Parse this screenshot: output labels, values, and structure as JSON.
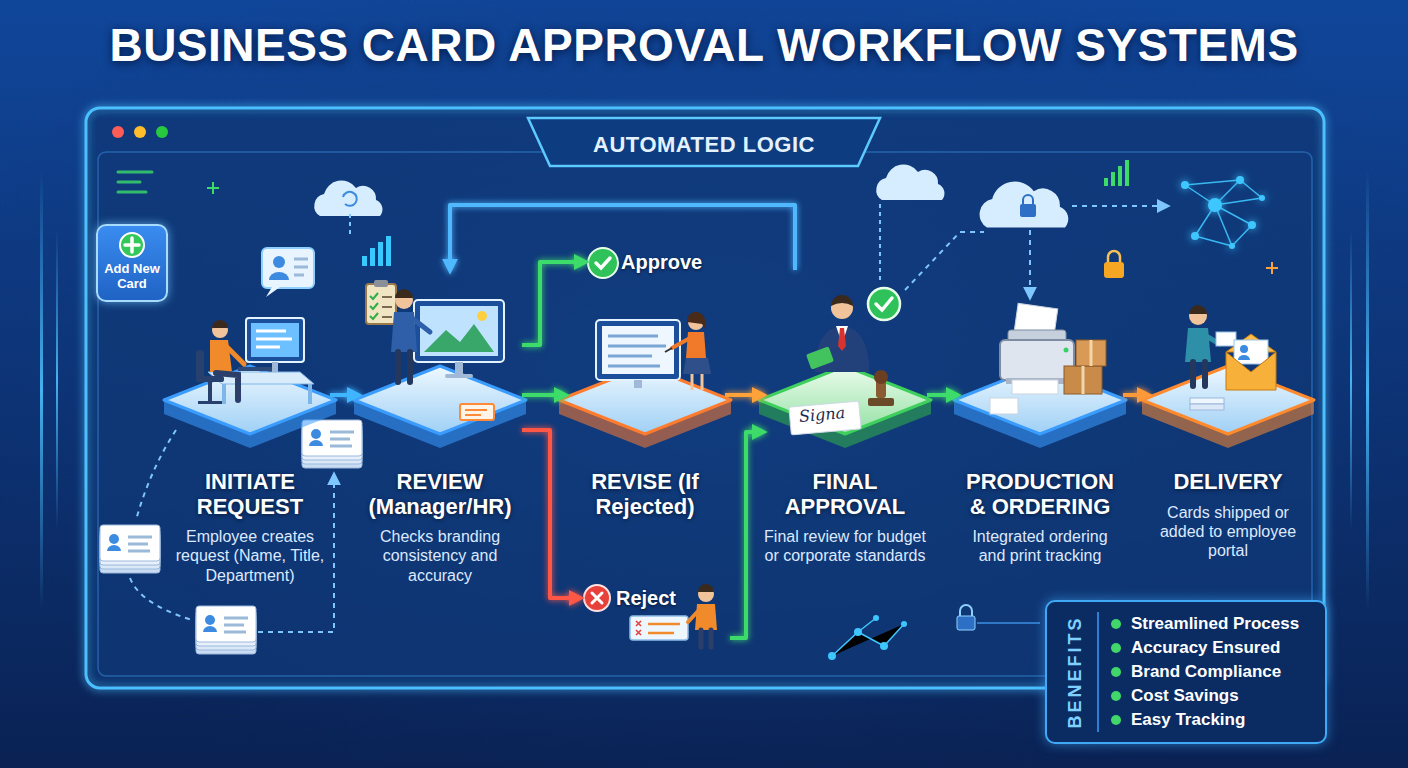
{
  "diagram": {
    "title": "BUSINESS CARD APPROVAL WORKFLOW SYSTEMS",
    "nodes": [
      {
        "text": [
          "AUTOMATED LOGIC"
        ]
      },
      {
        "text": [
          "Add New Card"
        ]
      },
      {
        "text": [
          "INITIATE REQUEST",
          "Employee creates request (Name, Title, Department)"
        ]
      },
      {
        "text": [
          "REVIEW (Manager/HR)",
          "Checks branding consistency and accuracy"
        ]
      },
      {
        "text": [
          "Approve"
        ]
      },
      {
        "text": [
          "REVISE (If Rejected)"
        ]
      },
      {
        "text": [
          "Reject"
        ]
      },
      {
        "text": [
          "FINAL APPROVAL",
          "Final review for budget or corporate standards"
        ]
      },
      {
        "text": [
          "PRODUCTION & ORDERING",
          "Integrated ordering and print tracking"
        ]
      },
      {
        "text": [
          "DELIVERY",
          "Cards shipped or added to employee portal"
        ]
      },
      {
        "text": [
          "BENEFITS",
          "Streamlined Process",
          "Accuracy Ensured",
          "Brand Compliance",
          "Cost Savings",
          "Easy Tracking"
        ]
      }
    ],
    "edges": [
      {
        "from": 2,
        "to": 3,
        "arrow": "to"
      },
      {
        "from": 3,
        "to": 4,
        "arrow": "to"
      },
      {
        "from": 3,
        "to": 5,
        "arrow": "to"
      },
      {
        "from": 3,
        "to": 6,
        "arrow": "to"
      },
      {
        "from": 5,
        "to": 7,
        "arrow": "to"
      },
      {
        "from": 6,
        "to": 7,
        "arrow": "to"
      },
      {
        "from": 7,
        "to": 3,
        "arrow": "to"
      },
      {
        "from": 7,
        "to": 8,
        "arrow": "to"
      },
      {
        "from": 8,
        "to": 9,
        "arrow": "to"
      }
    ],
    "labels": [
      "Signa"
    ]
  }
}
